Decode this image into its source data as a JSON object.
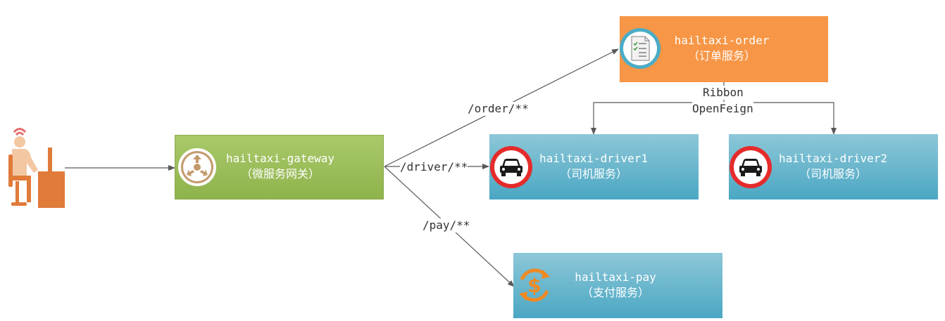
{
  "services": {
    "gateway": {
      "name": "hailtaxi-gateway",
      "desc": "（微服务网关）"
    },
    "order": {
      "name": "hailtaxi-order",
      "desc": "（订单服务）"
    },
    "driver1": {
      "name": "hailtaxi-driver1",
      "desc": "（司机服务）"
    },
    "driver2": {
      "name": "hailtaxi-driver2",
      "desc": "（司机服务）"
    },
    "pay": {
      "name": "hailtaxi-pay",
      "desc": "（支付服务）"
    }
  },
  "routes": {
    "order": "/order/**",
    "driver": "/driver/**",
    "pay": "/pay/**"
  },
  "lb": {
    "line1": "Ribbon",
    "line2": "OpenFeign"
  },
  "icons": {
    "user": "user-at-computer-icon",
    "gateway": "router-icon",
    "order": "order-document-icon",
    "driver": "car-icon",
    "pay": "dollar-exchange-icon"
  },
  "colors": {
    "gateway": "#9bbb59",
    "order": "#f79646",
    "service": "#4bacc6",
    "line": "#595959"
  }
}
